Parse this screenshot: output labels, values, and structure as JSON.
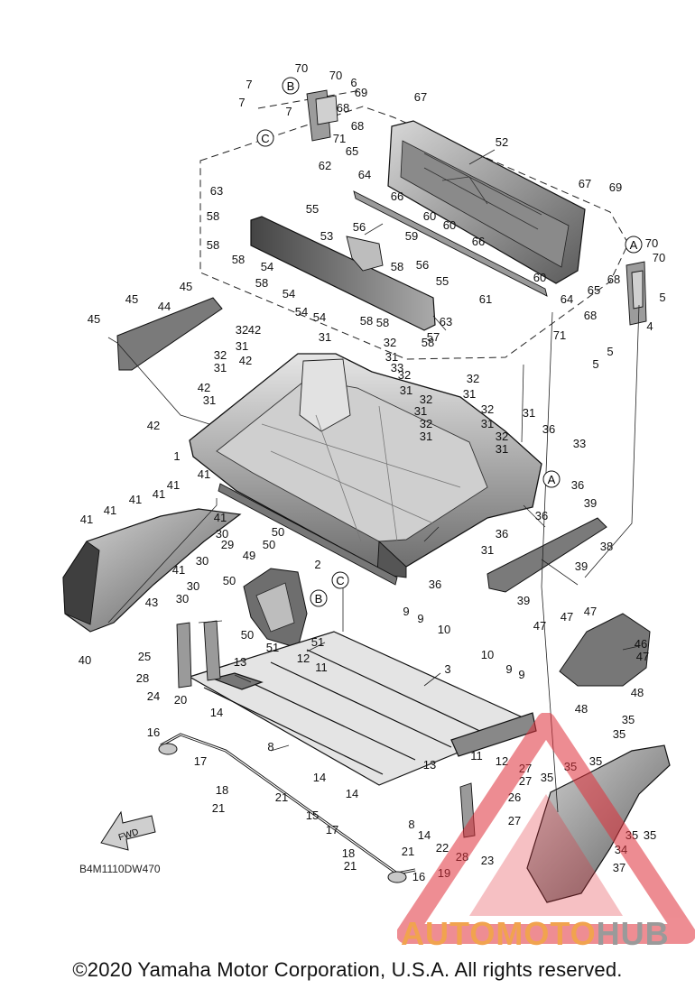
{
  "diagram": {
    "part_numbers": [
      "1",
      "2",
      "3",
      "4",
      "5",
      "6",
      "7",
      "8",
      "9",
      "10",
      "11",
      "12",
      "13",
      "14",
      "15",
      "16",
      "17",
      "18",
      "19",
      "20",
      "21",
      "22",
      "23",
      "24",
      "25",
      "26",
      "27",
      "28",
      "29",
      "30",
      "31",
      "32",
      "33",
      "34",
      "35",
      "36",
      "37",
      "38",
      "39",
      "40",
      "41",
      "42",
      "43",
      "44",
      "45",
      "46",
      "47",
      "48",
      "49",
      "50",
      "51",
      "52",
      "53",
      "54",
      "55",
      "56",
      "57",
      "58",
      "59",
      "60",
      "61",
      "62",
      "63",
      "64",
      "65",
      "66",
      "67",
      "68",
      "69",
      "70",
      "71"
    ],
    "reference_markers": [
      "A",
      "B",
      "C"
    ],
    "direction_label": "FWD",
    "diagram_code": "B4M1110DW470"
  },
  "copyright": "©2020 Yamaha Motor Corporation, U.S.A. All rights reserved.",
  "watermark": {
    "brand_part_a": "AUTOMOTO",
    "brand_part_b": "HUB",
    "colors": {
      "triangle": "#e0303a",
      "text_a": "#f1a34f",
      "text_b": "#9a9a9a"
    }
  }
}
